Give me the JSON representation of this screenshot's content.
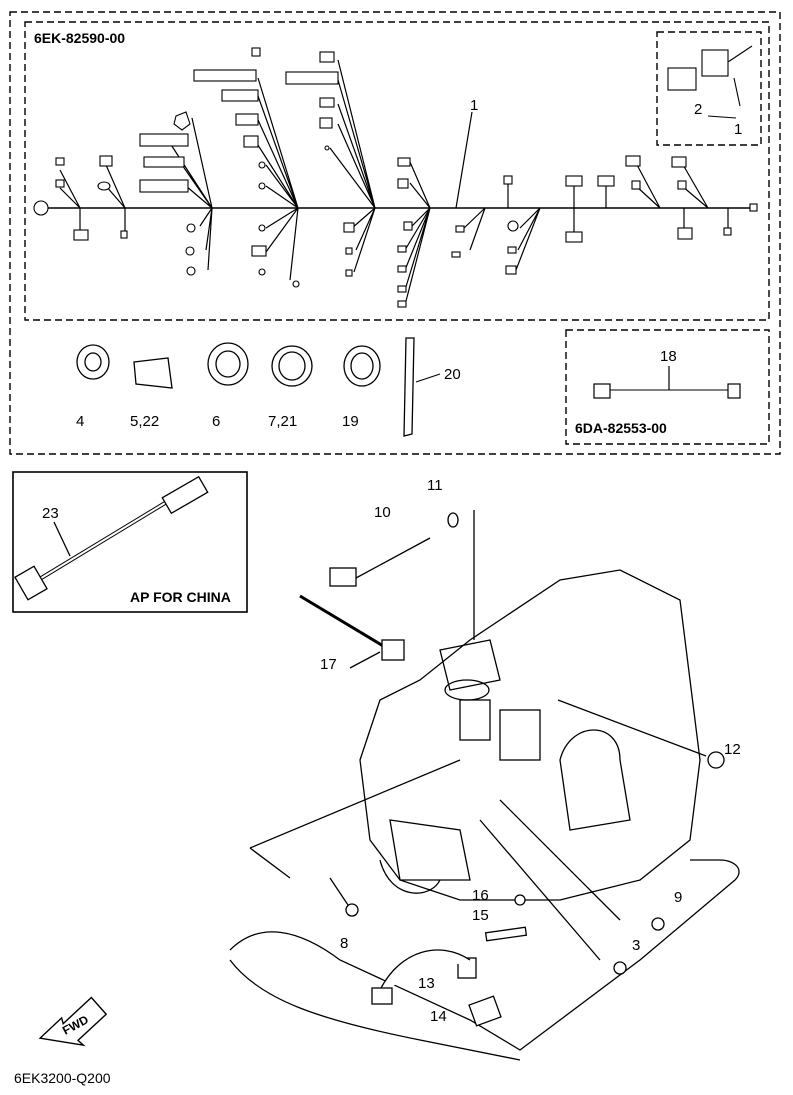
{
  "box_codes": {
    "harness_kit": "6EK-82590-00",
    "lead_kit": "6DA-82553-00",
    "china_note": "AP FOR CHINA"
  },
  "footer_code": "6EK3200-Q200",
  "fwd_label": "FWD",
  "callouts": {
    "n1": "1",
    "n1b": "1",
    "n2": "2",
    "n3": "3",
    "n4": "4",
    "n5_22": "5,22",
    "n6": "6",
    "n7_21": "7,21",
    "n8": "8",
    "n9": "9",
    "n10": "10",
    "n11": "11",
    "n12": "12",
    "n13": "13",
    "n14": "14",
    "n15": "15",
    "n16": "16",
    "n17": "17",
    "n18": "18",
    "n19": "19",
    "n20": "20",
    "n23": "23"
  }
}
